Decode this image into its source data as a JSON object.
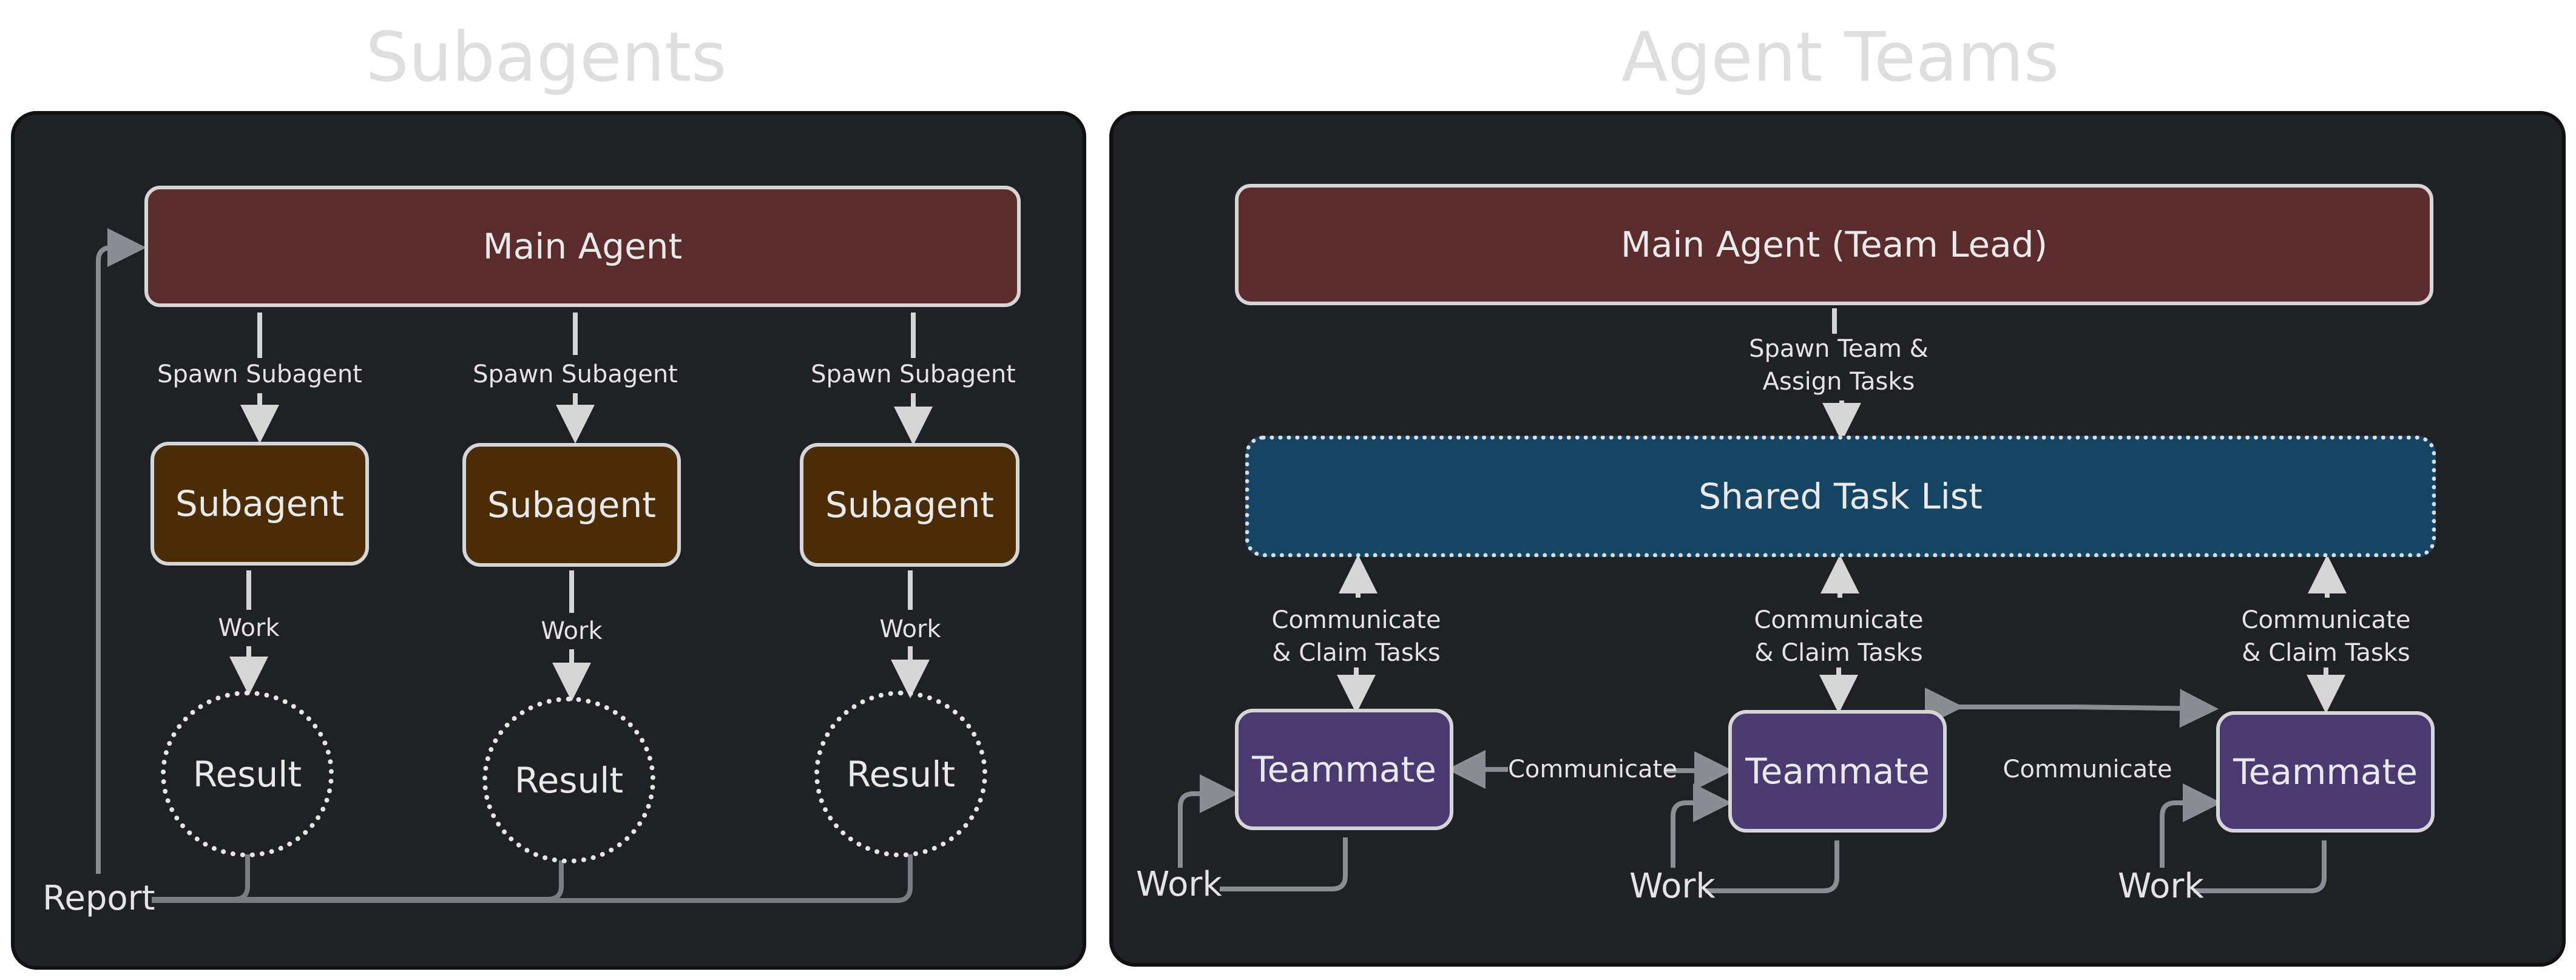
{
  "left": {
    "title": "Subagents",
    "main_agent": "Main Agent",
    "spawn_labels": [
      "Spawn Subagent",
      "Spawn Subagent",
      "Spawn Subagent"
    ],
    "subagents": [
      "Subagent",
      "Subagent",
      "Subagent"
    ],
    "work_labels": [
      "Work",
      "Work",
      "Work"
    ],
    "results": [
      "Result",
      "Result",
      "Result"
    ],
    "report": "Report"
  },
  "right": {
    "title": "Agent Teams",
    "main_agent": "Main Agent (Team Lead)",
    "spawn_label_line1": "Spawn Team &",
    "spawn_label_line2": "Assign Tasks",
    "task_list": "Shared Task List",
    "claim_line1": [
      "Communicate",
      "Communicate",
      "Communicate"
    ],
    "claim_line2": [
      "& Claim Tasks",
      "& Claim Tasks",
      "& Claim Tasks"
    ],
    "teammates": [
      "Teammate",
      "Teammate",
      "Teammate"
    ],
    "communicate_labels": [
      "Communicate",
      "Communicate"
    ],
    "work_labels": [
      "Work",
      "Work",
      "Work"
    ]
  },
  "colors": {
    "panel": "#202124",
    "main_agent": "#5a2c2c",
    "subagent": "#4a2c05",
    "task_list": "#164564",
    "teammate": "#493a72",
    "connector": "#d6d6d6",
    "report_line": "#7a7d82"
  }
}
